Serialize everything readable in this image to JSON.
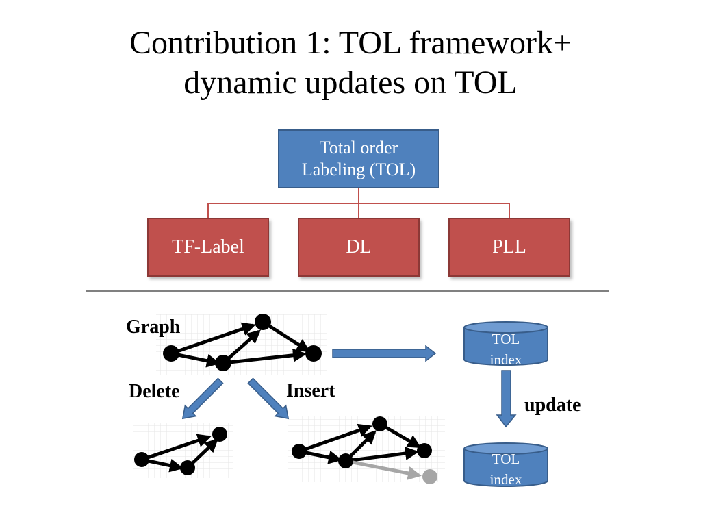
{
  "slide": {
    "title_line1": "Contribution 1: TOL framework+",
    "title_line2": "dynamic updates on TOL"
  },
  "hierarchy": {
    "root": {
      "line1": "Total order",
      "line2": "Labeling (TOL)"
    },
    "children": [
      "TF-Label",
      "DL",
      "PLL"
    ]
  },
  "labels": {
    "graph": "Graph",
    "delete": "Delete",
    "insert": "Insert",
    "update": "update"
  },
  "index_top": {
    "line1": "TOL",
    "line2": "index"
  },
  "index_bottom": {
    "line1": "TOL",
    "line2": "index"
  },
  "colors": {
    "blue": "#4f81bd",
    "red": "#c0504d",
    "connector": "#c0504d",
    "node": "#000000",
    "inserted_edge": "#a6a6a6"
  }
}
